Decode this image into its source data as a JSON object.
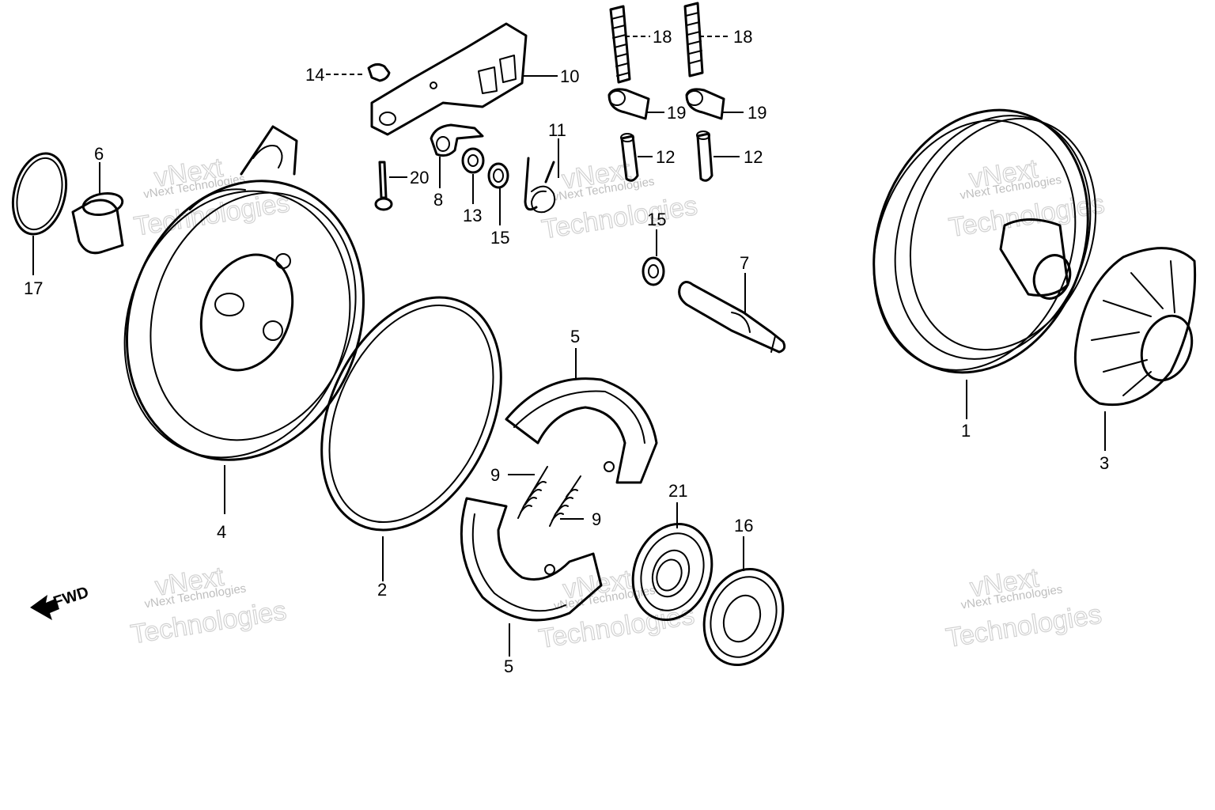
{
  "fwd_label": "FWD",
  "watermark_small": "vNext Technologies",
  "watermark_large_a": "vNext",
  "watermark_large_b": "Technologies",
  "callouts": {
    "c1": "1",
    "c2": "2",
    "c3": "3",
    "c4": "4",
    "c5a": "5",
    "c5b": "5",
    "c6": "6",
    "c7": "7",
    "c8": "8",
    "c9a": "9",
    "c9b": "9",
    "c10": "10",
    "c11": "11",
    "c12a": "12",
    "c12b": "12",
    "c13": "13",
    "c14": "14",
    "c15a": "15",
    "c15b": "15",
    "c16": "16",
    "c17": "17",
    "c18a": "18",
    "c18b": "18",
    "c19a": "19",
    "c19b": "19",
    "c20": "20",
    "c21": "21"
  }
}
